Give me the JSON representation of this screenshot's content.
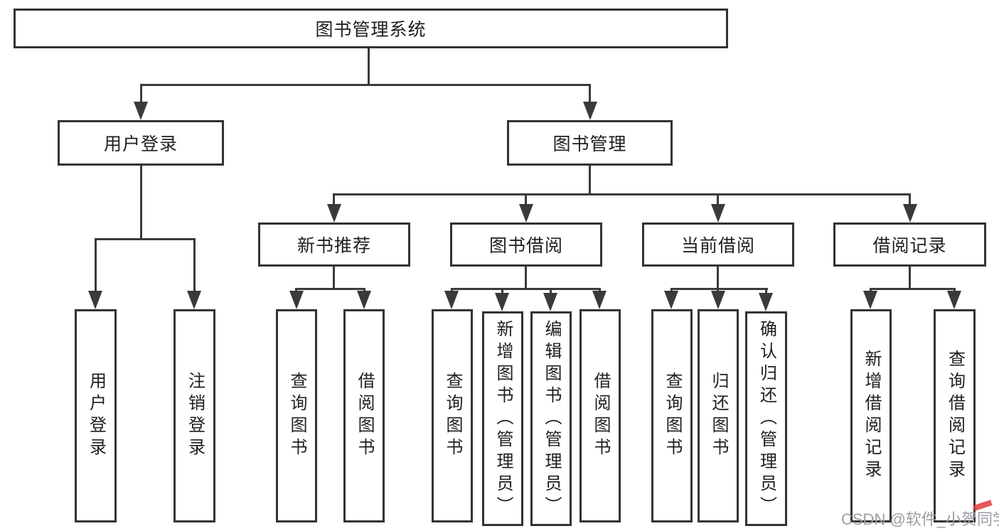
{
  "diagram": {
    "root": {
      "label": "图书管理系统"
    },
    "level2": {
      "user_login": {
        "label": "用户登录"
      },
      "book_mgmt": {
        "label": "图书管理"
      }
    },
    "level3": {
      "new_book_rec": {
        "label": "新书推荐"
      },
      "book_borrow": {
        "label": "图书借阅"
      },
      "current_borrow": {
        "label": "当前借阅"
      },
      "borrow_record": {
        "label": "借阅记录"
      }
    },
    "leaves": {
      "user_login": {
        "label": "用户登录"
      },
      "logout": {
        "label": "注销登录"
      },
      "rec_query_book": {
        "label": "查询图书"
      },
      "rec_borrow_book": {
        "label": "借阅图书"
      },
      "borrow_query_book": {
        "label": "查询图书"
      },
      "borrow_add_book": {
        "label": "新增图书（管理员）"
      },
      "borrow_edit_book": {
        "label": "编辑图书（管理员）"
      },
      "borrow_borrow_book": {
        "label": "借阅图书"
      },
      "current_query_book": {
        "label": "查询图书"
      },
      "current_return_book": {
        "label": "归还图书"
      },
      "current_confirm_return": {
        "label": "确认归还（管理员）"
      },
      "record_add": {
        "label": "新增借阅记录"
      },
      "record_query": {
        "label": "查询借阅记录"
      }
    }
  },
  "watermark": {
    "text": "CSDN @软件_小贺同学"
  },
  "colors": {
    "line": "#3a3a3a",
    "box_border": "#333333",
    "text": "#1f1f1f",
    "background": "#ffffff",
    "watermark": "#9c9ca4",
    "watermark_accent": "#e23c3c"
  }
}
